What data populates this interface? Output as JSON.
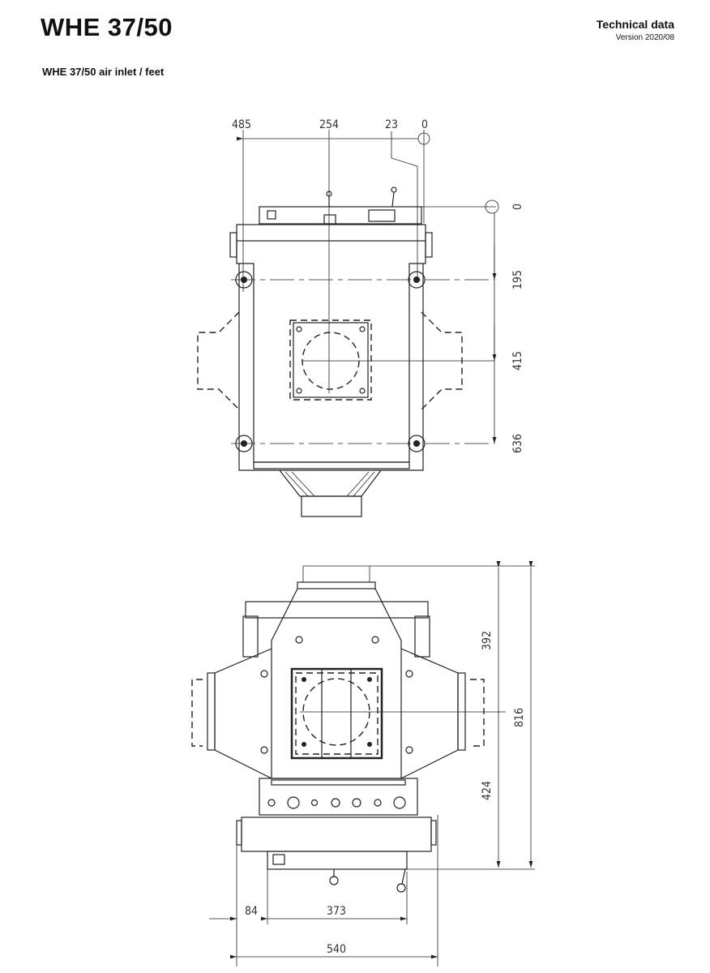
{
  "header": {
    "title": "WHE 37/50",
    "section": "Technical data",
    "version": "Version 2020/08"
  },
  "subtitle": "WHE 37/50 air inlet / feet",
  "top_view": {
    "horizontal_dims": [
      "485",
      "254",
      "23",
      "0"
    ],
    "vertical_dims": [
      "0",
      "195",
      "415",
      "636"
    ]
  },
  "front_view": {
    "vertical_dims": [
      "392",
      "424",
      "816"
    ],
    "horizontal_dims": [
      "84",
      "373",
      "540"
    ]
  }
}
